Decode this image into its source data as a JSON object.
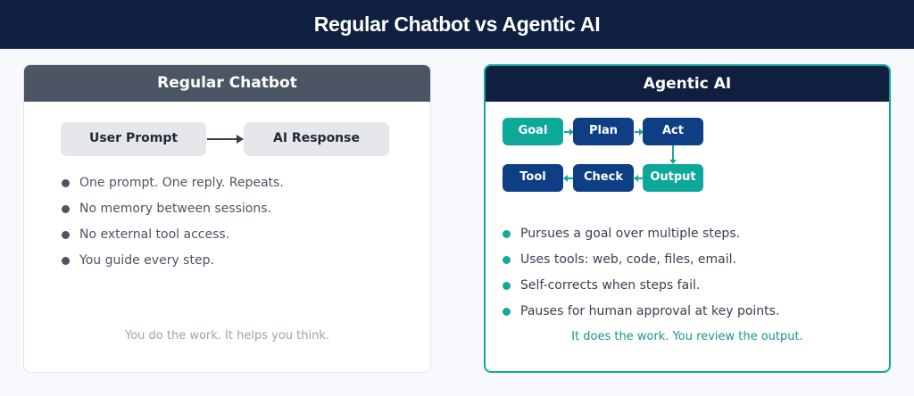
{
  "header": {
    "title": "Regular Chatbot  vs  Agentic AI"
  },
  "left": {
    "title": "Regular Chatbot",
    "flow": {
      "from": "User Prompt",
      "to": "AI Response"
    },
    "bullets": [
      "One prompt. One reply. Repeats.",
      "No memory between sessions.",
      "No external tool access.",
      "You guide every step."
    ],
    "tagline": "You do the work. It helps you think."
  },
  "right": {
    "title": "Agentic AI",
    "flow": {
      "row1": [
        "Goal",
        "Plan",
        "Act"
      ],
      "row2": [
        "Tool",
        "Check",
        "Output"
      ]
    },
    "bullets": [
      "Pursues a goal over multiple steps.",
      "Uses tools: web, code, files, email.",
      "Self-corrects when steps fail.",
      "Pauses for human approval at key points."
    ],
    "tagline": "It does the work. You review the output."
  },
  "colors": {
    "navy": "#0f1f3f",
    "slate": "#4b5563",
    "teal": "#14a89b",
    "node_navy": "#0e3f84"
  }
}
